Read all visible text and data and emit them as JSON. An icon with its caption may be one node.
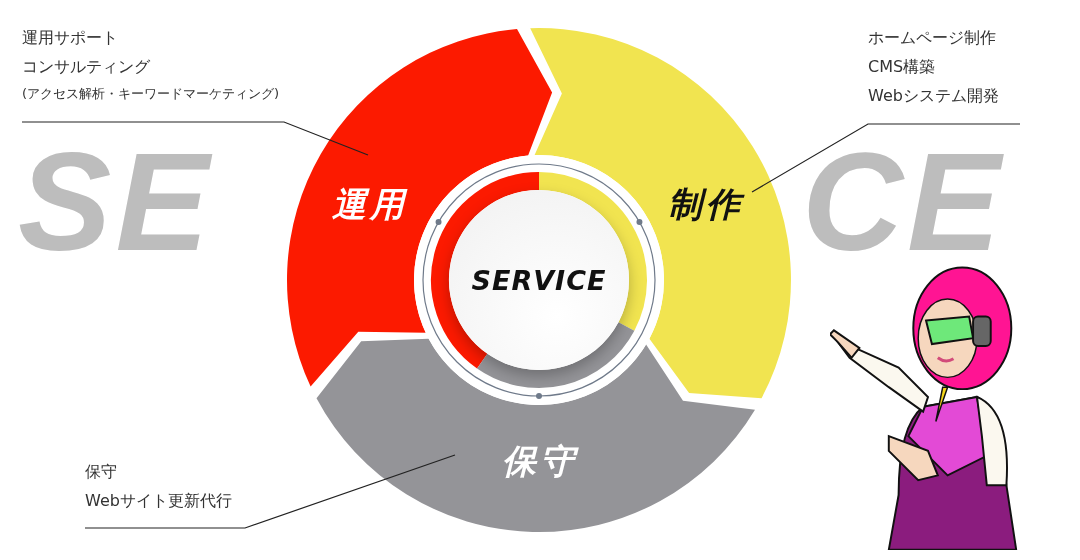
{
  "diagram": {
    "nodes": [
      {
        "text": [
          "運用サポート",
          "コンサルティング",
          "(アクセス解析・キーワードマーケティング)"
        ]
      },
      {
        "text": [
          "ホームページ制作",
          "CMS構築",
          "Webシステム開発"
        ]
      },
      {
        "text": [
          "運用"
        ]
      },
      {
        "text": [
          "制作"
        ]
      },
      {
        "text": [
          "SERVICE"
        ]
      },
      {
        "text": [
          "保守"
        ]
      },
      {
        "text": [
          "保守",
          "Webサイト更新代行"
        ]
      }
    ],
    "edges": [
      {
        "from": 0,
        "to": 2,
        "arrow": "none"
      },
      {
        "from": 1,
        "to": 3,
        "arrow": "none"
      },
      {
        "from": 6,
        "to": 5,
        "arrow": "none"
      }
    ],
    "labels": [
      "SE",
      "CE"
    ]
  }
}
